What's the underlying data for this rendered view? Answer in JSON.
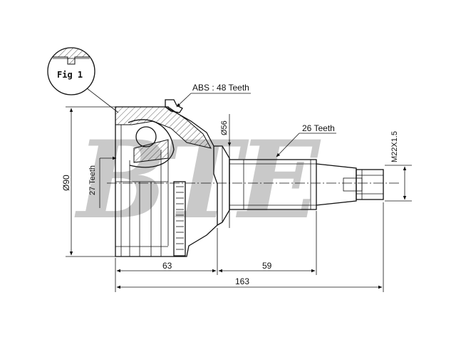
{
  "brand_watermark": "BTE",
  "figure_label": "Fig 1",
  "labels": {
    "abs_teeth": "ABS : 48 Teeth",
    "outer_spline_teeth": "26 Teeth",
    "inner_spline_teeth": "27 Teeth",
    "thread": "M22X1.5",
    "outer_diameter": "Ø90",
    "seal_diameter": "Ø56"
  },
  "dimensions": {
    "housing_length": "63",
    "shaft_length": "59",
    "overall_length": "163"
  },
  "colors": {
    "line": "#111111",
    "watermark": "#c9c9c9"
  }
}
